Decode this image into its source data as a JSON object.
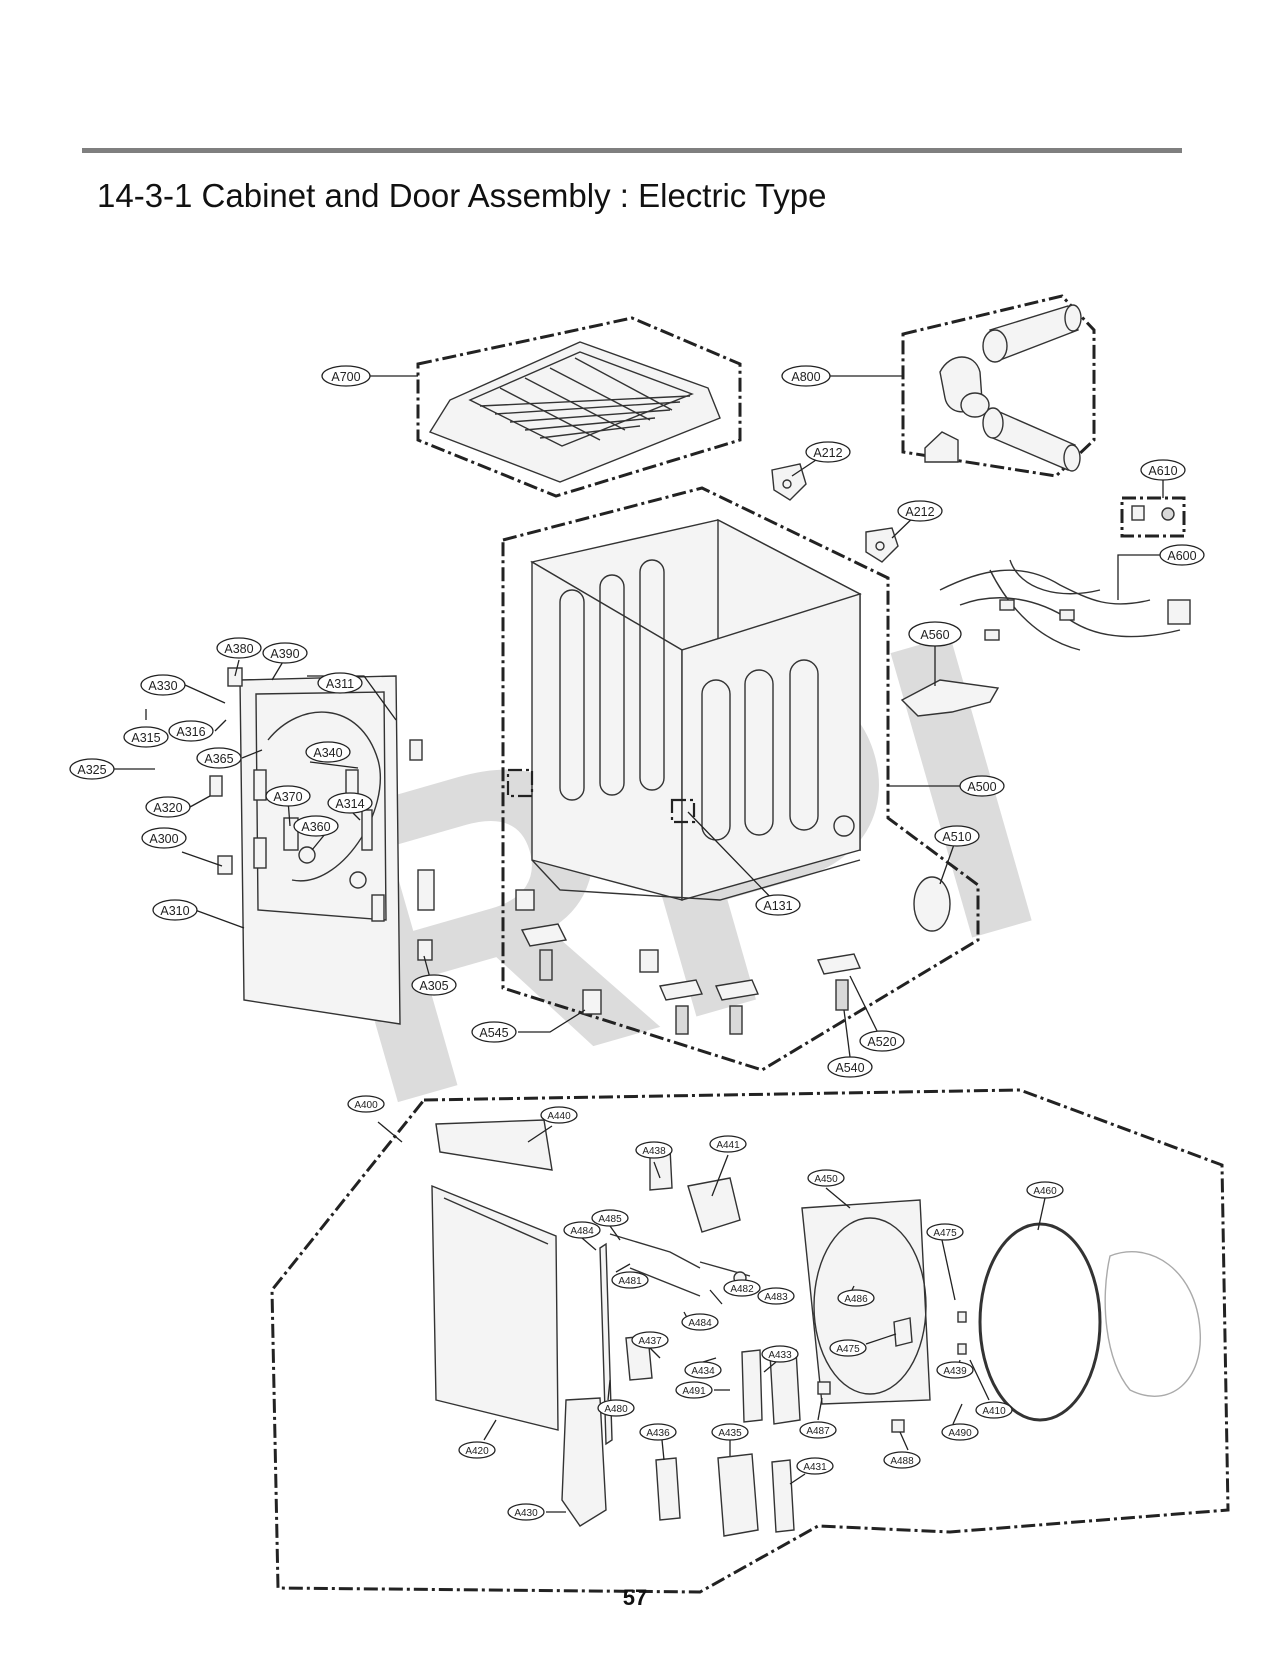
{
  "page": {
    "title": "14-3-1 Cabinet and Door Assembly : Electric Type",
    "page_number": "57",
    "watermark": "RPI"
  },
  "callouts": {
    "A700": "A700",
    "A800": "A800",
    "A212a": "A212",
    "A212b": "A212",
    "A610": "A610",
    "A600": "A600",
    "A560": "A560",
    "A500": "A500",
    "A510": "A510",
    "A131": "A131",
    "A520": "A520",
    "A540": "A540",
    "A545": "A545",
    "A380": "A380",
    "A390": "A390",
    "A311": "A311",
    "A330": "A330",
    "A315": "A315",
    "A316": "A316",
    "A365": "A365",
    "A340": "A340",
    "A325": "A325",
    "A320": "A320",
    "A370": "A370",
    "A314": "A314",
    "A360": "A360",
    "A300": "A300",
    "A310": "A310",
    "A305": "A305",
    "A400": "A400",
    "A440": "A440",
    "A438": "A438",
    "A441": "A441",
    "A450": "A450",
    "A460": "A460",
    "A485": "A485",
    "A484a": "A484",
    "A481": "A481",
    "A482": "A482",
    "A484b": "A484",
    "A483": "A483",
    "A486": "A486",
    "A475a": "A475",
    "A475b": "A475",
    "A437": "A437",
    "A434": "A434",
    "A433": "A433",
    "A491": "A491",
    "A439": "A439",
    "A410": "A410",
    "A490": "A490",
    "A487": "A487",
    "A480": "A480",
    "A420": "A420",
    "A488": "A488",
    "A436": "A436",
    "A435": "A435",
    "A431": "A431",
    "A430": "A430"
  }
}
